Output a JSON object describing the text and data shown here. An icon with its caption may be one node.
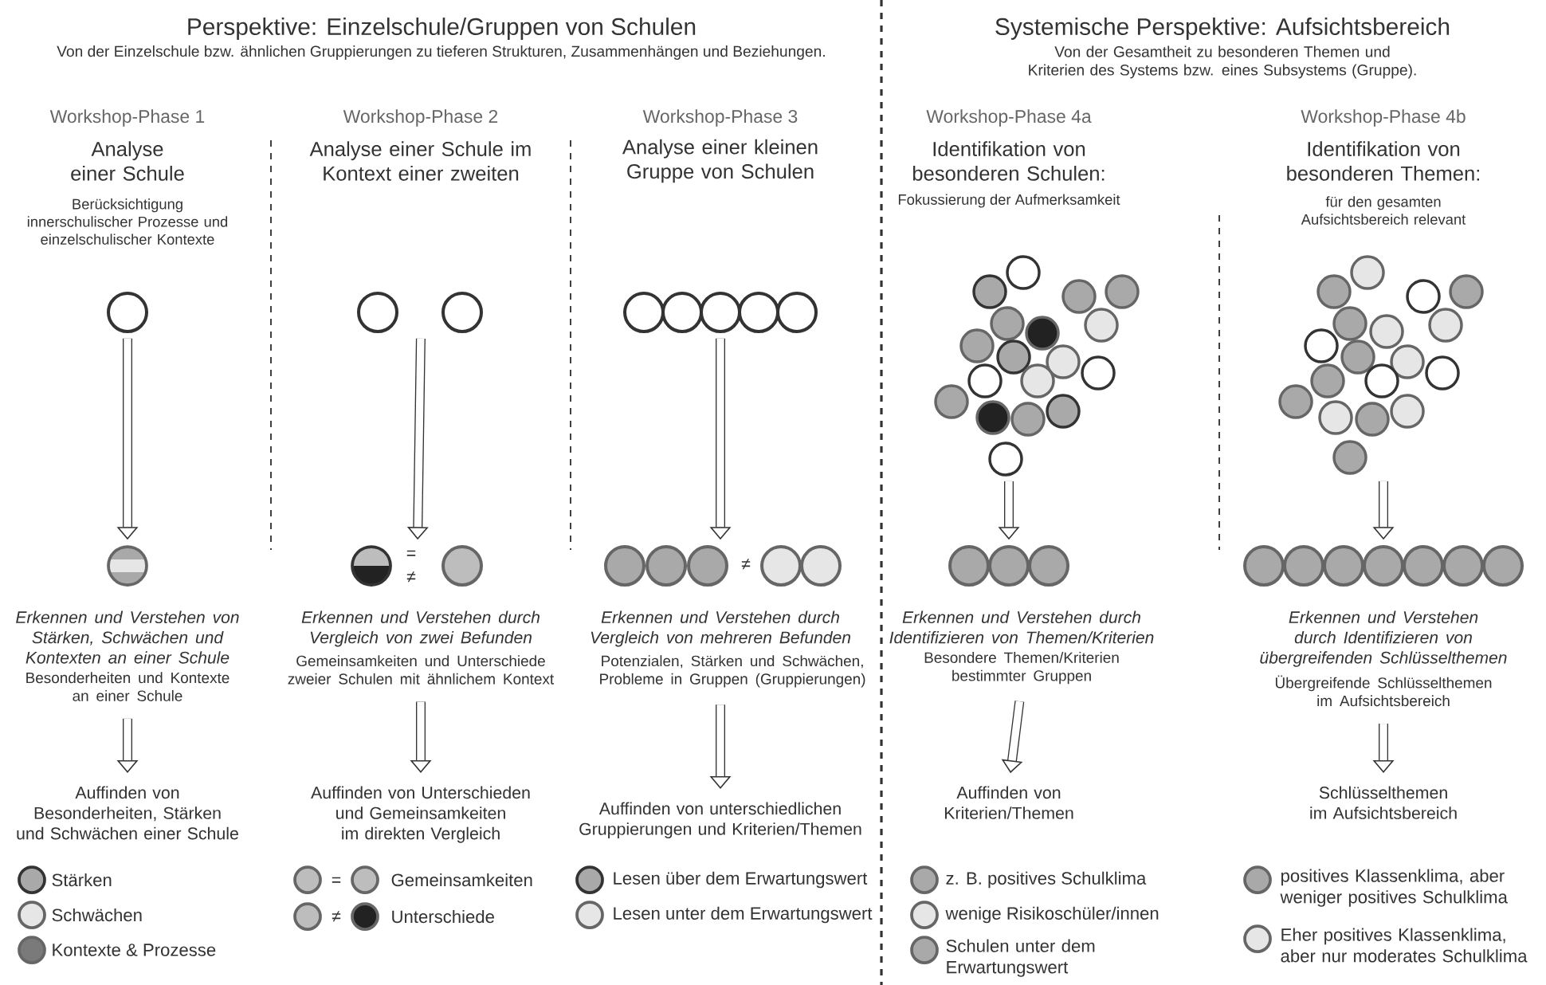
{
  "diagram": {
    "nodes": [
      {
        "text": [],
        "shape": "circle"
      },
      {
        "text": [],
        "shape": "circle"
      },
      {
        "text": [
          "Erkennen und Verstehen von Stärken, Schwächen und Kontexten an einer Schule",
          "Besonderheiten und Kontexte an einer Schule"
        ]
      },
      {
        "text": [
          "Auffinden von Besonderheiten, Stärken und Schwächen einer Schule"
        ]
      },
      {
        "text": [],
        "shape": "circle"
      },
      {
        "text": [],
        "shape": "circle"
      },
      {
        "text": [
          "Erkennen und Verstehen durch Vergleich von zwei Befunden",
          "Gemeinsamkeiten und Unterschiede zweier Schulen mit ähnlichem Kontext"
        ]
      },
      {
        "text": [
          "Auffinden von Unterschieden und Gemeinsamkeiten im direkten Vergleich"
        ]
      },
      {
        "text": [],
        "shape": "circle"
      },
      {
        "text": [],
        "shape": "circle"
      },
      {
        "text": [
          "Erkennen und Verstehen durch Vergleich von mehreren Befunden",
          "Potenzialen, Stärken und Schwächen, Probleme in Gruppen (Gruppierungen)"
        ]
      },
      {
        "text": [
          "Auffinden von unterschiedlichen Gruppierungen und Kriterien/Themen"
        ]
      },
      {
        "text": [],
        "shape": "circle"
      },
      {
        "text": [],
        "shape": "circle"
      },
      {
        "text": [
          "Erkennen und Verstehen durch Identifizieren von Themen/Kriterien",
          "Besondere Themen/Kriterien bestimmter Gruppen"
        ]
      },
      {
        "text": [
          "Auffinden von Kriterien/Themen"
        ]
      },
      {
        "text": [],
        "shape": "circle"
      },
      {
        "text": [],
        "shape": "circle"
      },
      {
        "text": [
          "Erkennen und Verstehen durch Identifizieren von übergreifenden Schlüsselthemen",
          "Übergreifende Schlüsselthemen im Aufsichtsbereich"
        ]
      },
      {
        "text": [
          "Schlüsselthemen im Aufsichtsbereich"
        ]
      }
    ],
    "edges": [
      {
        "from": 0,
        "to": 1,
        "arrow": "to"
      },
      {
        "from": 2,
        "to": 3,
        "arrow": "to"
      },
      {
        "from": 4,
        "to": 5,
        "arrow": "to"
      },
      {
        "from": 6,
        "to": 7,
        "arrow": "to"
      },
      {
        "from": 8,
        "to": 9,
        "arrow": "to"
      },
      {
        "from": 10,
        "to": 11,
        "arrow": "to"
      },
      {
        "from": 12,
        "to": 13,
        "arrow": "to"
      },
      {
        "from": 14,
        "to": 15,
        "arrow": "to"
      },
      {
        "from": 16,
        "to": 17,
        "arrow": "to"
      },
      {
        "from": 18,
        "to": 19,
        "arrow": "to"
      }
    ],
    "labels": [
      "Perspektive: Einzelschule/Gruppen von Schulen",
      "Von der Einzelschule bzw. ähnlichen Gruppierungen zu tieferen Strukturen, Zusammenhängen und Beziehungen.",
      "Systemische Perspektive: Aufsichtsbereich",
      "Von der Gesamtheit zu besonderen Themen und Kriterien des Systems bzw. eines Subsystems (Gruppe).",
      "Workshop-Phase 1",
      "Workshop-Phase 2",
      "Workshop-Phase 3",
      "Workshop-Phase 4a",
      "Workshop-Phase 4b",
      "Analyse einer Schule",
      "Analyse einer Schule im Kontext einer zweiten",
      "Analyse einer kleinen Gruppe von Schulen",
      "Identifikation von besonderen Schulen:",
      "Identifikation von besonderen Themen:",
      "Berücksichtigung innerschulischer Prozesse und einzelschulischer Kontexte",
      "Fokussierung der Aufmerksamkeit",
      "für den gesamten Aufsichtsbereich relevant",
      "=",
      "≠",
      "≠",
      "=",
      "≠"
    ],
    "legend": [
      {
        "text": "Stärken"
      },
      {
        "text": "Schwächen"
      },
      {
        "text": "Kontexte & Prozesse"
      },
      {
        "text": "Gemeinsamkeiten"
      },
      {
        "text": "Unterschiede"
      },
      {
        "text": "Lesen über dem Erwartungswert"
      },
      {
        "text": "Lesen unter dem Erwartungswert"
      },
      {
        "text": "z. B. positives Schulklima"
      },
      {
        "text": "wenige Risikoschüler/innen"
      },
      {
        "text": "Schulen unter dem Erwartungswert"
      },
      {
        "text": "positives Klassenklima, aber weniger positives Schulklima"
      },
      {
        "text": "Eher positives Klassenklima, aber nur moderates Schulklima"
      }
    ]
  }
}
